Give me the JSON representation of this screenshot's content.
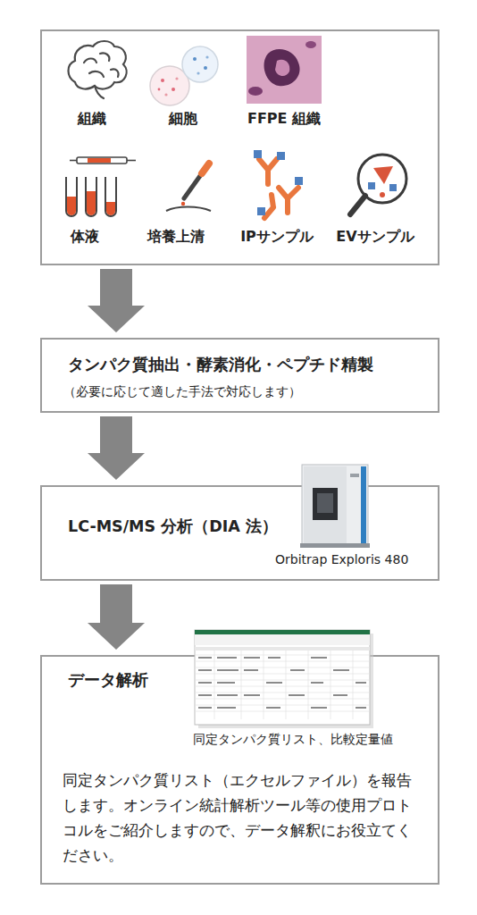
{
  "diagram": {
    "nodes": [
      {
        "text": [
          "組織",
          "細胞",
          "FFPE 組織",
          "体液",
          "培養上清",
          "IPサンプル",
          "EVサンプル"
        ]
      },
      {
        "text": [
          "タンパク質抽出・酵素消化・ペプチド精製",
          "（必要に応じて適した手法で対応します）"
        ]
      },
      {
        "text": [
          "LC-MS/MS 分析（DIA 法）",
          "Orbitrap Exploris 480"
        ]
      },
      {
        "text": [
          "データ解析",
          "同定タンパク質リスト、比較定量値",
          "同定タンパク質リスト（エクセルファイル）を報告します。オンライン統計解析ツール等の使用プロトコルをご紹介しますので、データ解釈にお役立てください。"
        ]
      }
    ],
    "edges": [
      {
        "from": 0,
        "to": 1,
        "arrow": "to"
      },
      {
        "from": 1,
        "to": 2,
        "arrow": "to"
      },
      {
        "from": 2,
        "to": 3,
        "arrow": "to"
      }
    ]
  }
}
